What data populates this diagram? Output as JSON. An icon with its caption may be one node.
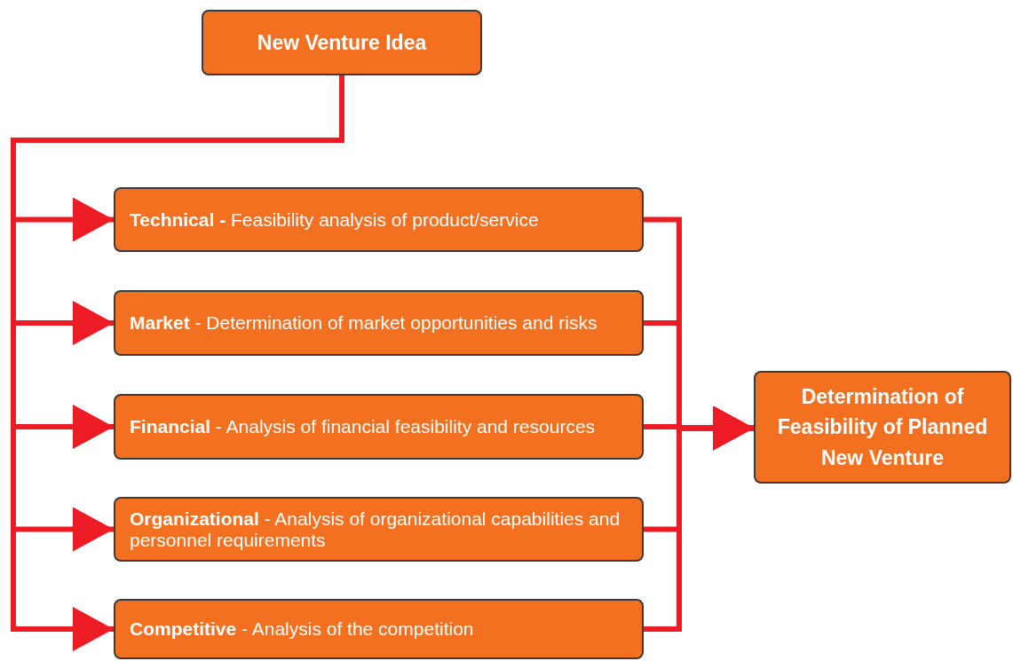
{
  "diagram": {
    "nodes": [
      {
        "text": [
          "New Venture Idea"
        ]
      },
      {
        "text": [
          "**Technical -** Feasibility analysis of product/service"
        ]
      },
      {
        "text": [
          "**Market** - Determination of market opportunities and risks"
        ]
      },
      {
        "text": [
          "**Financial** - Analysis of financial feasibility and resources"
        ]
      },
      {
        "text": [
          "**Organizational** - Analysis of organizational capabilities and personnel requirements"
        ]
      },
      {
        "text": [
          "**Competitive** - Analysis of the competition"
        ]
      },
      {
        "text": [
          "Determination of Feasibility of Planned New Venture"
        ]
      }
    ],
    "edges": [
      {
        "from": 0,
        "to": 1,
        "arrow": "to"
      },
      {
        "from": 0,
        "to": 2,
        "arrow": "to"
      },
      {
        "from": 0,
        "to": 3,
        "arrow": "to"
      },
      {
        "from": 0,
        "to": 4,
        "arrow": "to"
      },
      {
        "from": 0,
        "to": 5,
        "arrow": "to"
      },
      {
        "from": 1,
        "to": 6,
        "arrow": "to"
      },
      {
        "from": 2,
        "to": 6,
        "arrow": "to"
      },
      {
        "from": 3,
        "to": 6,
        "arrow": "to"
      },
      {
        "from": 4,
        "to": 6,
        "arrow": "to"
      },
      {
        "from": 5,
        "to": 6,
        "arrow": "to"
      }
    ]
  }
}
